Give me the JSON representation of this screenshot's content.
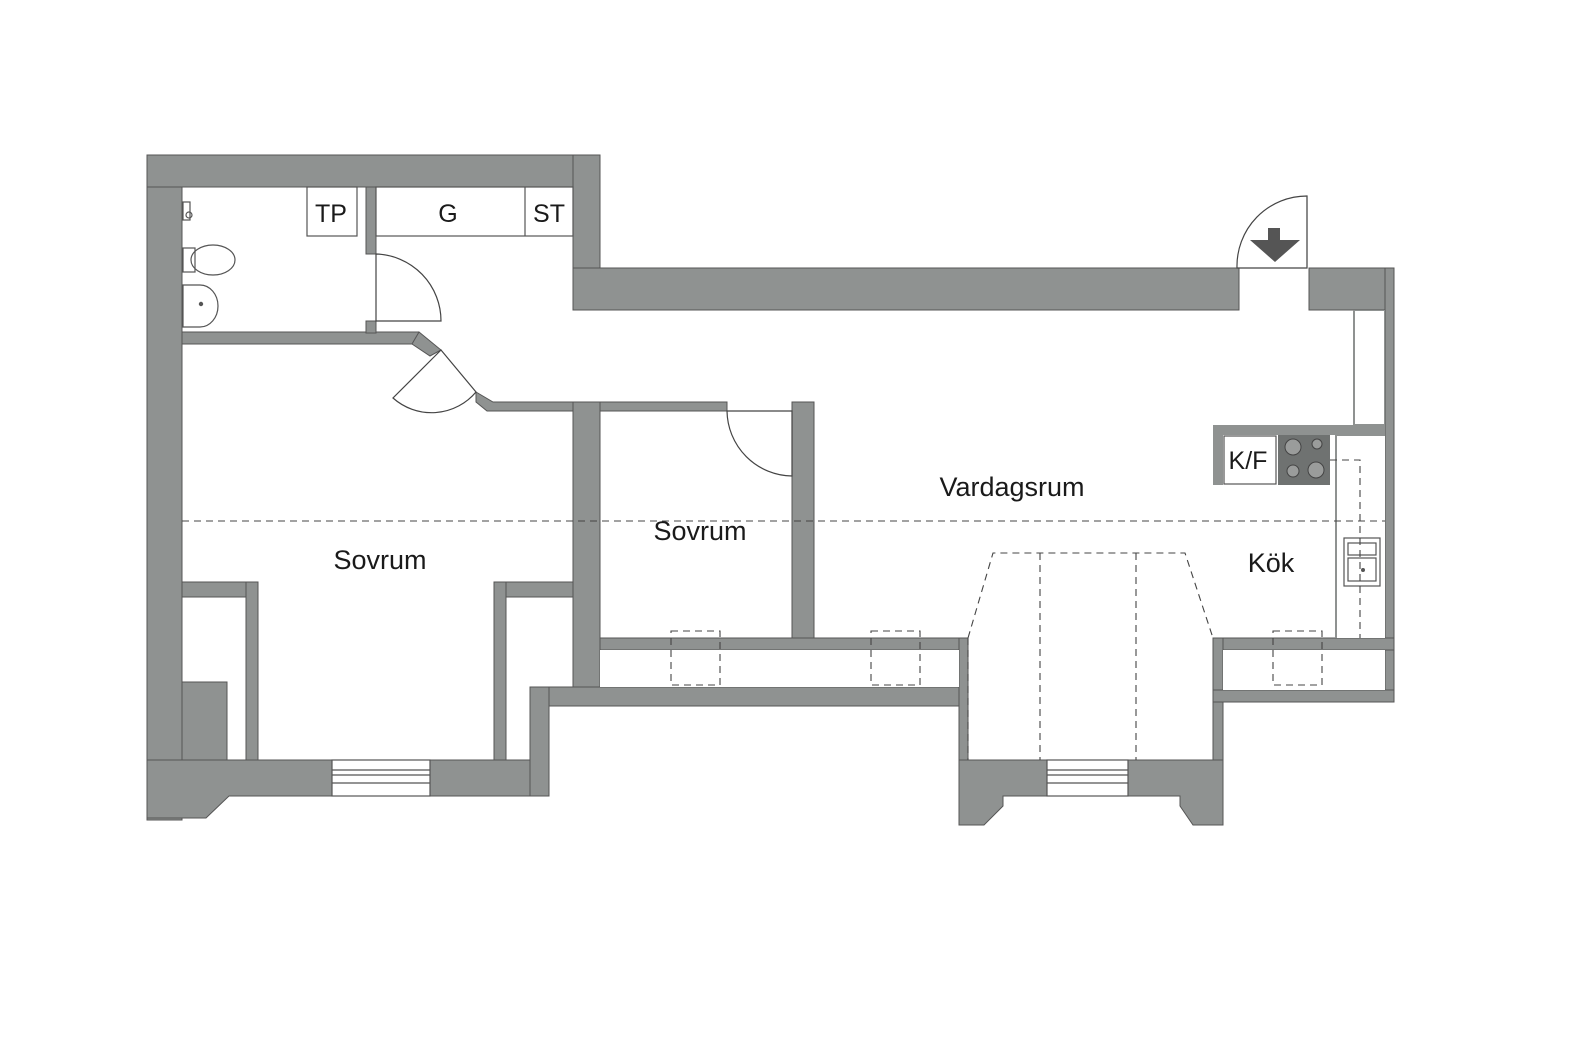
{
  "colors": {
    "wall": "#8f9291",
    "background": "#ffffff",
    "text": "#1a1a1a"
  },
  "rooms": {
    "bedroom_large": "Sovrum",
    "bedroom_small": "Sovrum",
    "living_room": "Vardagsrum",
    "kitchen": "Kök"
  },
  "fixtures": {
    "tp": "TP",
    "g": "G",
    "st": "ST",
    "kf": "K/F"
  },
  "icons": [
    "entrance-arrow-icon",
    "toilet-icon",
    "sink-icon",
    "stove-icon",
    "kitchen-sink-icon"
  ]
}
